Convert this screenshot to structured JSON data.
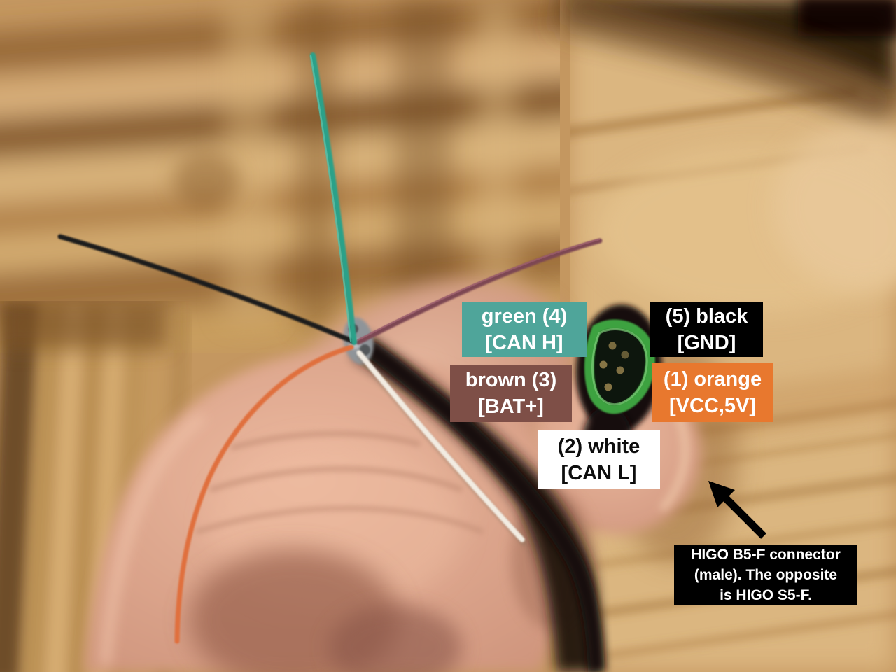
{
  "annotations": {
    "labels": [
      {
        "id": "green-can-h",
        "line1": "green (4)",
        "line2": "[CAN H]",
        "bg": "#4fa59a",
        "fg": "#ffffff"
      },
      {
        "id": "black-gnd",
        "line1": "(5) black",
        "line2": "[GND]",
        "bg": "#000000",
        "fg": "#ffffff"
      },
      {
        "id": "brown-bat",
        "line1": "brown (3)",
        "line2": "[BAT+]",
        "bg": "#7e4f47",
        "fg": "#ffffff"
      },
      {
        "id": "orange-vcc",
        "line1": "(1) orange",
        "line2": "[VCC,5V]",
        "bg": "#e8782e",
        "fg": "#ffffff"
      },
      {
        "id": "white-can-l",
        "line1": "(2) white",
        "line2": "[CAN L]",
        "bg": "#ffffff",
        "fg": "#0d0d0d"
      }
    ],
    "note": {
      "line1": "HIGO B5-F connector",
      "line2": "(male). The opposite",
      "line3": "is HIGO S5-F.",
      "bg": "#000000",
      "fg": "#ffffff"
    },
    "arrow": {
      "direction": "up-left",
      "color": "#000000"
    }
  },
  "photo": {
    "wires": {
      "green": "#2aa189",
      "black": "#1d1c1b",
      "brown": "#7d4653",
      "orange": "#e0703c",
      "white": "#f2ece2"
    },
    "connector": {
      "ring": "#3da23f",
      "ring_highlight": "#8fdd8a",
      "face": "#0d170c",
      "pins": "#8d7a49",
      "boot": "#17110d"
    }
  }
}
